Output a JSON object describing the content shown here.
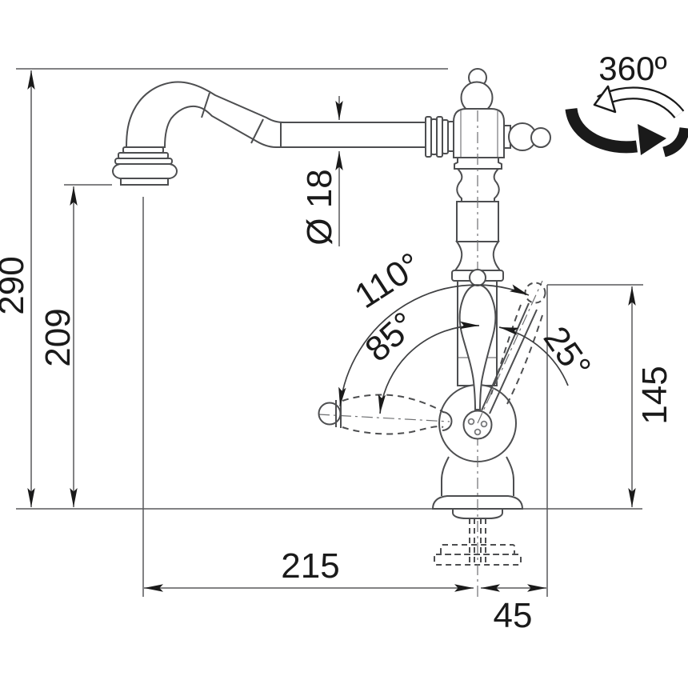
{
  "diagram": {
    "type": "technical-dimension-drawing",
    "subject": "single-lever kitchen faucet, side elevation with swivel and handle angles",
    "labels": {
      "total_height": "290",
      "spout_outlet_height": "209",
      "handle_height": "145",
      "spout_reach": "215",
      "handle_offset": "45",
      "spout_diameter": "Ø 18",
      "handle_swing_max": "110°",
      "handle_swing_open": "85°",
      "handle_tilt": "25°",
      "spout_rotation": "360º"
    },
    "colors": {
      "background": "#ffffff",
      "outline": "#4d4e50",
      "dimension_line": "#58595b",
      "text": "#1a1a1a"
    }
  }
}
